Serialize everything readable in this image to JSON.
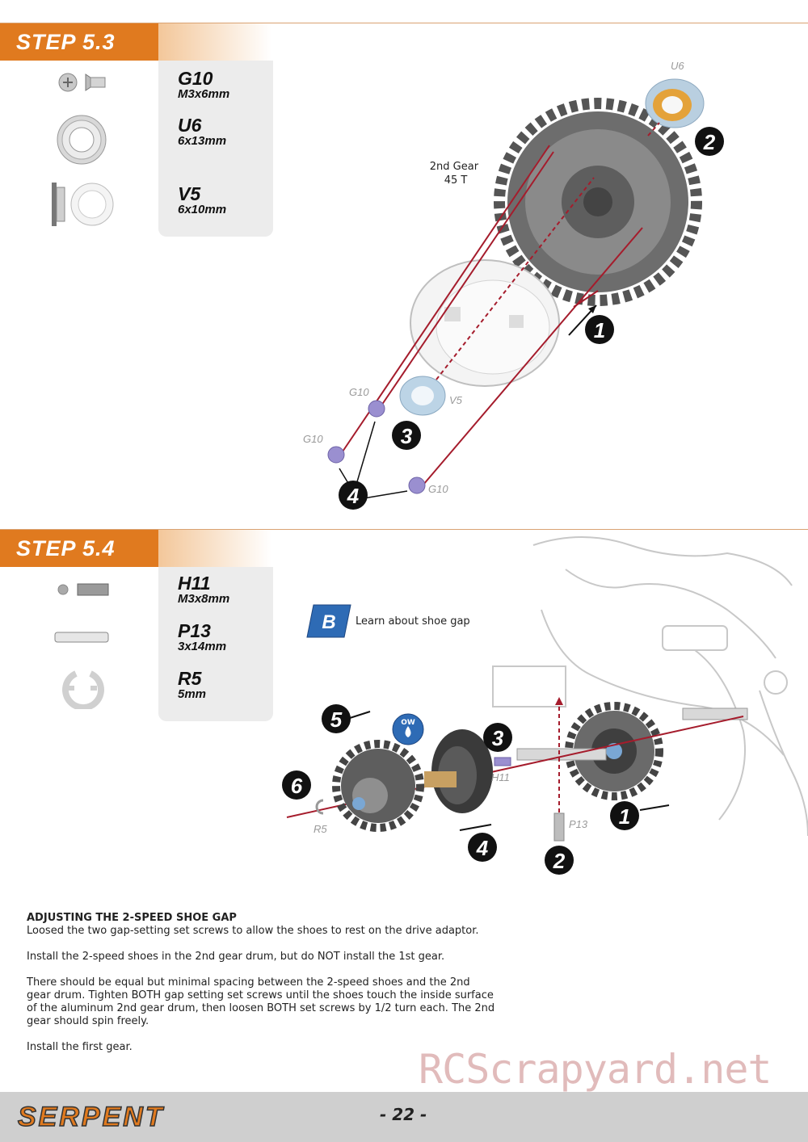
{
  "step53": {
    "title": "STEP 5.3",
    "parts": [
      {
        "code": "G10",
        "size": "M3x6mm",
        "icon": "countersunk-screw-icon"
      },
      {
        "code": "U6",
        "size": "6x13mm",
        "icon": "ball-bearing-icon"
      },
      {
        "code": "V5",
        "size": "6x10mm",
        "icon": "flanged-bushing-icon"
      }
    ],
    "gear_label": "2nd Gear\n45 T",
    "callouts": {
      "u6": "U6",
      "v5": "V5",
      "g10": "G10"
    },
    "steps": [
      "1",
      "2",
      "3",
      "4"
    ]
  },
  "step54": {
    "title": "STEP 5.4",
    "parts": [
      {
        "code": "H11",
        "size": "M3x8mm",
        "icon": "set-screw-icon"
      },
      {
        "code": "P13",
        "size": "3x14mm",
        "icon": "pin-icon"
      },
      {
        "code": "R5",
        "size": "5mm",
        "icon": "e-clip-icon"
      }
    ],
    "tip_badge": "B",
    "tip_text": "Learn about shoe gap",
    "oil_badge": "OW",
    "callouts": {
      "h11": "H11",
      "p13": "P13",
      "r5": "R5"
    },
    "steps": [
      "1",
      "2",
      "3",
      "4",
      "5",
      "6"
    ]
  },
  "instructions": {
    "heading": "ADJUSTING THE 2-SPEED SHOE GAP",
    "paragraphs": [
      "Loosed the two gap-setting set screws to allow the shoes to rest on the drive adaptor.",
      "Install the 2-speed shoes in the 2nd gear drum, but do NOT install the 1st gear.",
      "There should be equal but minimal spacing between the 2-speed shoes and the 2nd gear drum. Tighten BOTH gap setting set screws until the shoes touch the inside surface of the aluminum 2nd gear drum, then loosen BOTH set screws by 1/2 turn each. The 2nd gear should spin freely.",
      "Install the first gear."
    ]
  },
  "footer": {
    "brand": "SERPENT",
    "page": "- 22 -",
    "watermark": "RCScrapyard.net"
  },
  "colors": {
    "accent": "#e07a1f",
    "panel": "#ececec",
    "footer": "#cfcfcf",
    "guide_line": "#a51c2c"
  }
}
